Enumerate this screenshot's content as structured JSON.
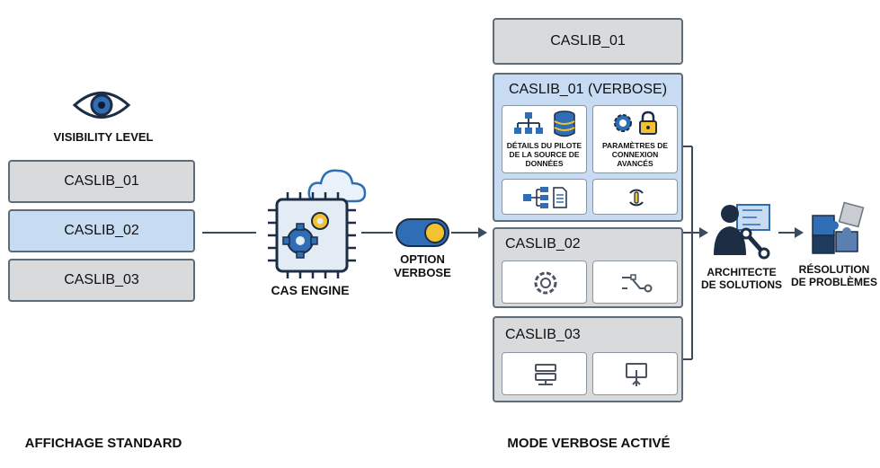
{
  "left": {
    "visibility_label": "VISIBILITY LEVEL",
    "items": [
      "CASLIB_01",
      "CASLIB_02",
      "CASLIB_03"
    ],
    "footer": "AFFICHAGE STANDARD"
  },
  "engine": {
    "label": "CAS ENGINE"
  },
  "toggle": {
    "label_line1": "OPTION",
    "label_line2": "VERBOSE"
  },
  "right": {
    "top_box": "CASLIB_01",
    "verbose_panel": {
      "title": "CASLIB_01 (VERBOSE)",
      "tile1_l1": "DÉTAILS DU PILOTE",
      "tile1_l2": "DE LA SOURCE DE",
      "tile1_l3": "DONNÉES",
      "tile2_l1": "PARAMÈTRES DE",
      "tile2_l2": "CONNEXION",
      "tile2_l3": "AVANCÉS"
    },
    "panel2_title": "CASLIB_02",
    "panel3_title": "CASLIB_03",
    "footer": "MODE VERBOSE ACTIVÉ"
  },
  "architect": {
    "line1": "ARCHITECTE",
    "line2": "DE SOLUTIONS"
  },
  "resolution": {
    "line1": "RÉSOLUTION",
    "line2": "DE PROBLÈMES"
  },
  "colors": {
    "blue_fill": "#c7dcf3",
    "gray_fill": "#d9dadc",
    "accent_blue": "#2f6db5",
    "accent_yellow": "#f2c230",
    "navy": "#1f3a5f"
  }
}
